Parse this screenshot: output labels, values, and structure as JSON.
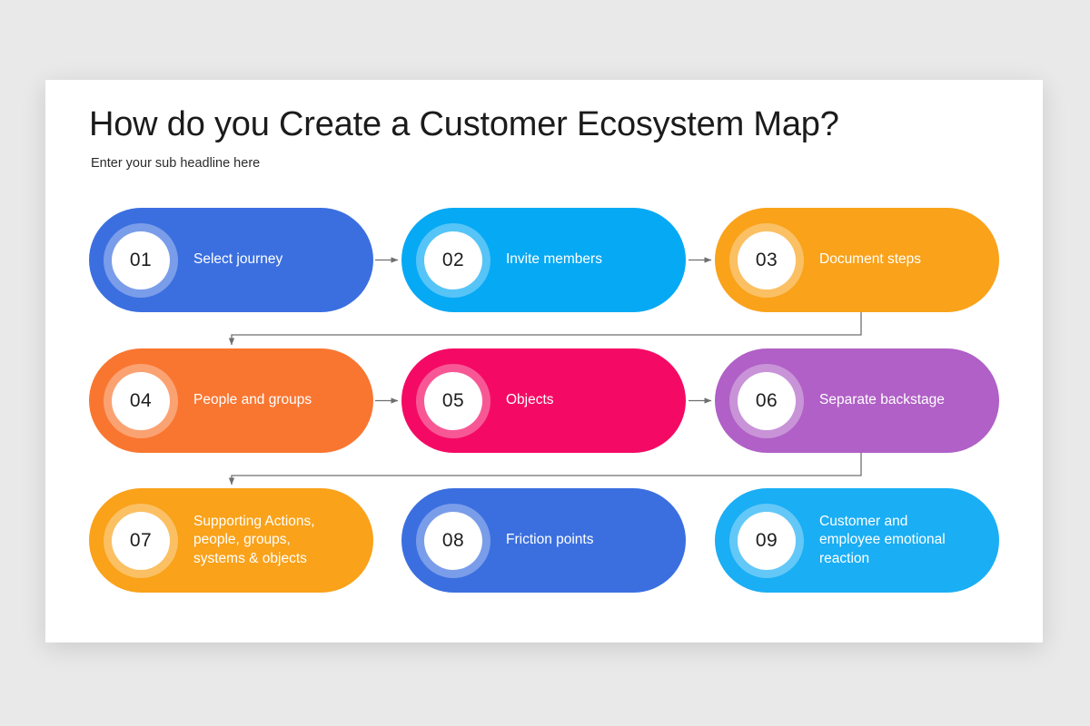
{
  "slide": {
    "title": "How do you Create a Customer Ecosystem Map?",
    "subtitle": "Enter your sub headline here",
    "background_color": "#e9e9e9",
    "card_color": "#ffffff"
  },
  "steps": [
    {
      "number": "01",
      "label": "Select journey",
      "color": "#3b6fe0",
      "row": 1,
      "column": 1
    },
    {
      "number": "02",
      "label": "Invite members",
      "color": "#06a9f4",
      "row": 1,
      "column": 2
    },
    {
      "number": "03",
      "label": "Document steps",
      "color": "#f9a21a",
      "row": 1,
      "column": 3
    },
    {
      "number": "04",
      "label": "People and groups",
      "color": "#f97631",
      "row": 2,
      "column": 1
    },
    {
      "number": "05",
      "label": "Objects",
      "color": "#f40a64",
      "row": 2,
      "column": 2
    },
    {
      "number": "06",
      "label": "Separate backstage",
      "color": "#b060c6",
      "row": 2,
      "column": 3
    },
    {
      "number": "07",
      "label": "Supporting Actions,\npeople, groups,\nsystems & objects",
      "color": "#f9a21a",
      "row": 3,
      "column": 1
    },
    {
      "number": "08",
      "label": "Friction points",
      "color": "#3b6fe0",
      "row": 3,
      "column": 2
    },
    {
      "number": "09",
      "label": "Customer and\nemployee emotional\nreaction",
      "color": "#1aaef4",
      "row": 3,
      "column": 3
    }
  ],
  "connectors": {
    "color": "#6f6f6f",
    "horizontal": [
      {
        "from": "01",
        "to": "02"
      },
      {
        "from": "02",
        "to": "03"
      },
      {
        "from": "04",
        "to": "05"
      },
      {
        "from": "05",
        "to": "06"
      }
    ],
    "wrap": [
      {
        "from": "03",
        "to": "04"
      },
      {
        "from": "06",
        "to": "07"
      }
    ]
  }
}
